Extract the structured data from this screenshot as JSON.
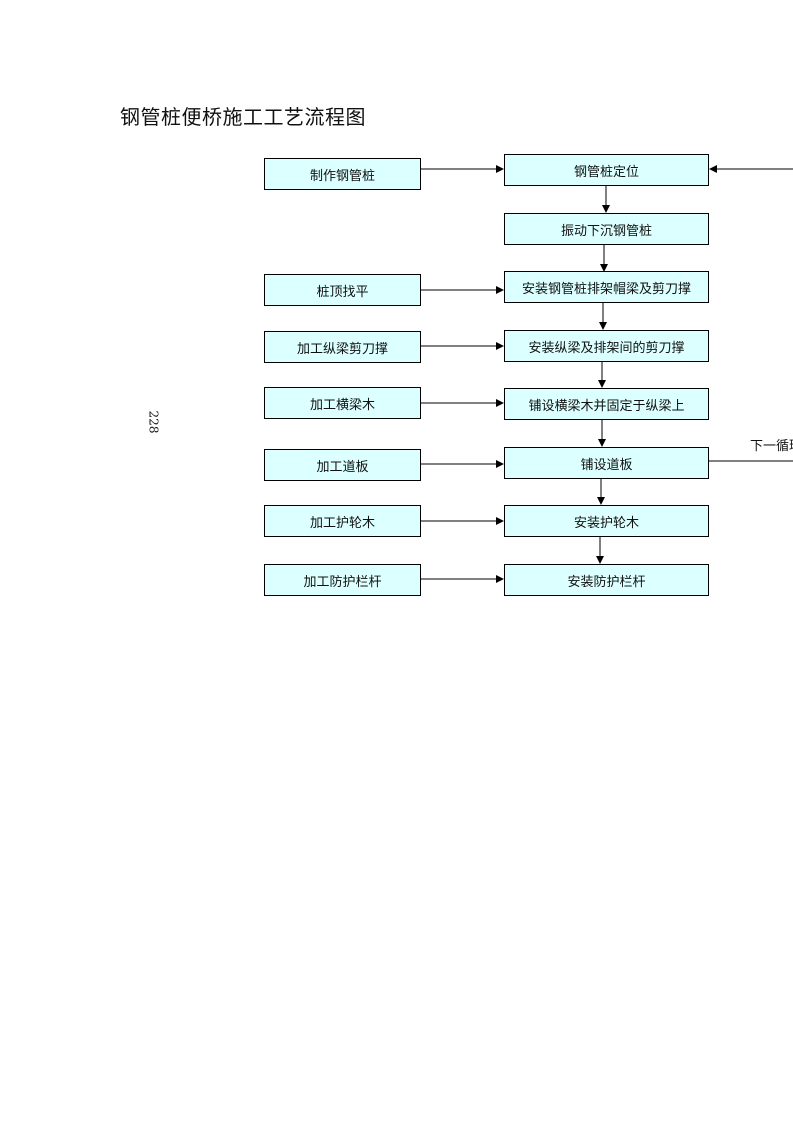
{
  "document": {
    "title": "钢管桩便桥施工工艺流程图",
    "side_number": "228"
  },
  "flowchart": {
    "main_steps": [
      "钢管桩定位",
      "振动下沉钢管桩",
      "安装钢管桩排架帽梁及剪刀撑",
      "安装纵梁及排架间的剪刀撑",
      "铺设横梁木并固定于纵梁上",
      "铺设道板",
      "安装护轮木",
      "安装防护栏杆"
    ],
    "prep_steps": [
      "制作钢管桩",
      "桩顶找平",
      "加工纵梁剪刀撑",
      "加工横梁木",
      "加工道板",
      "加工护轮木",
      "加工防护栏杆"
    ],
    "loop_label": "下一循环"
  },
  "colors": {
    "box_fill": "#dcffff",
    "box_border": "#000000",
    "line": "#000000"
  }
}
